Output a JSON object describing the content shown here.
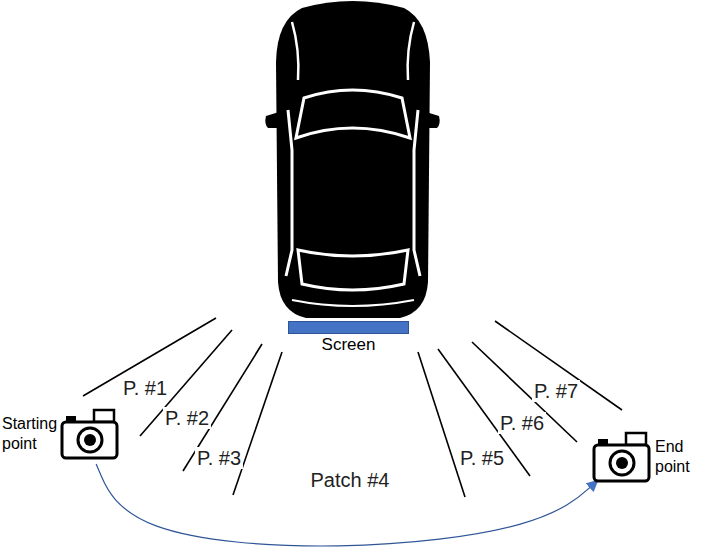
{
  "diagram": {
    "nodes": [
      {
        "text": [
          "Screen"
        ]
      },
      {
        "text": [
          "Starting point"
        ]
      },
      {
        "text": [
          "End point"
        ]
      }
    ],
    "edges": [
      {
        "from": 1,
        "to": 2,
        "arrow": "to"
      }
    ],
    "labels": [
      "P. #1",
      "P. #2",
      "P. #3",
      "Patch #4",
      "P. #5",
      "P. #6",
      "P. #7"
    ]
  }
}
